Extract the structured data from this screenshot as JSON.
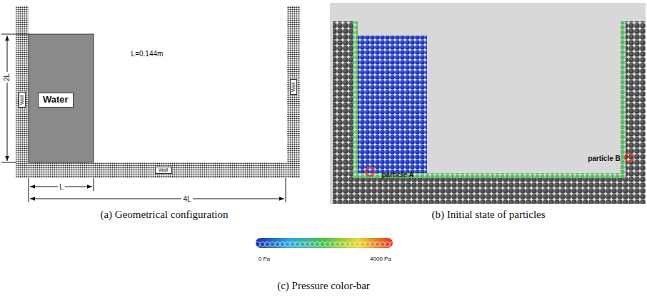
{
  "diagram": {
    "nodes": [
      {
        "text": [
          "Water"
        ]
      },
      {
        "text": [
          "Wall"
        ]
      },
      {
        "text": [
          "Wall"
        ]
      },
      {
        "text": [
          "Wall"
        ]
      }
    ],
    "labels": [
      "L=0.144m",
      "2L",
      "L",
      "4L",
      "(a) Geometrical configuration",
      "particle A",
      "particle B",
      "(b) Initial state of particles",
      "0 Pa",
      "4000 Pa",
      "(c) Pressure color-bar"
    ]
  }
}
